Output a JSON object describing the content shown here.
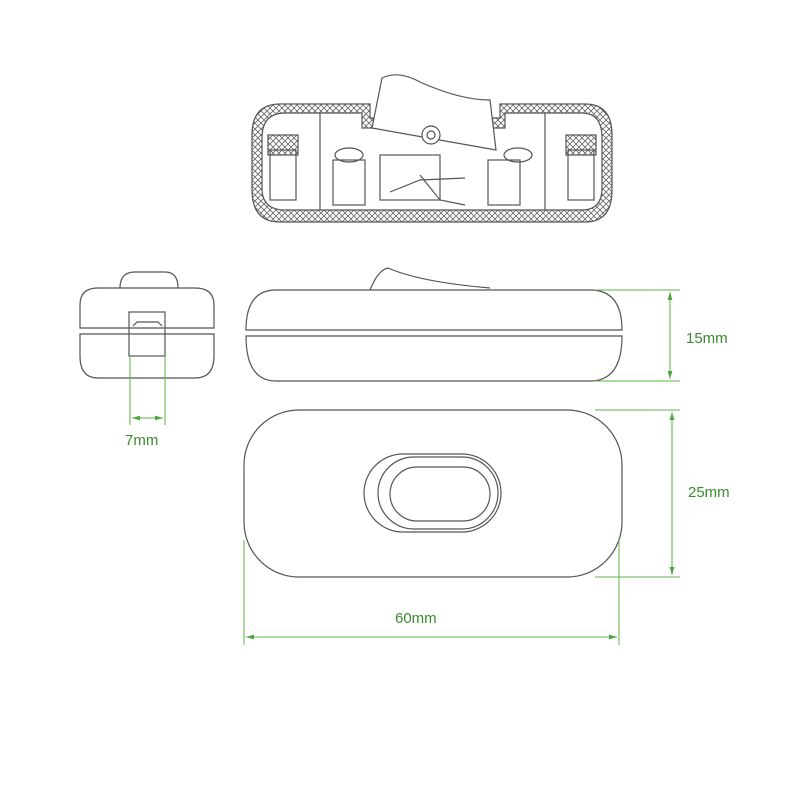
{
  "diagram": {
    "subject": "inline rocker switch technical drawing",
    "views": [
      "cross-section",
      "end view",
      "side view",
      "top view"
    ],
    "colors": {
      "outline": "#555555",
      "dimension": "#5fb34a",
      "dimension_text": "#3a8a2e",
      "background": "#ffffff"
    }
  },
  "dimensions": {
    "terminal_width": "7mm",
    "height": "15mm",
    "width": "25mm",
    "length": "60mm"
  }
}
